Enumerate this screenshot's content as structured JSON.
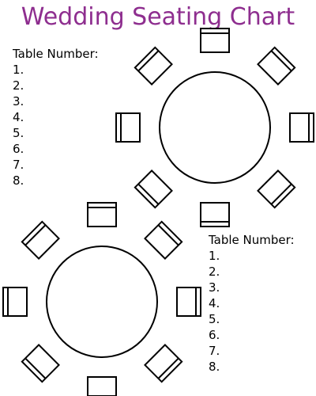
{
  "document": {
    "title": "Wedding Seating Chart",
    "title_color": "#8e2e8f"
  },
  "tables": [
    {
      "heading": "Table Number:",
      "seats": [
        "1.",
        "2.",
        "3.",
        "4.",
        "5.",
        "6.",
        "7.",
        "8."
      ]
    },
    {
      "heading": "Table Number:",
      "seats": [
        "1.",
        "2.",
        "3.",
        "4.",
        "5.",
        "6.",
        "7.",
        "8."
      ]
    }
  ]
}
